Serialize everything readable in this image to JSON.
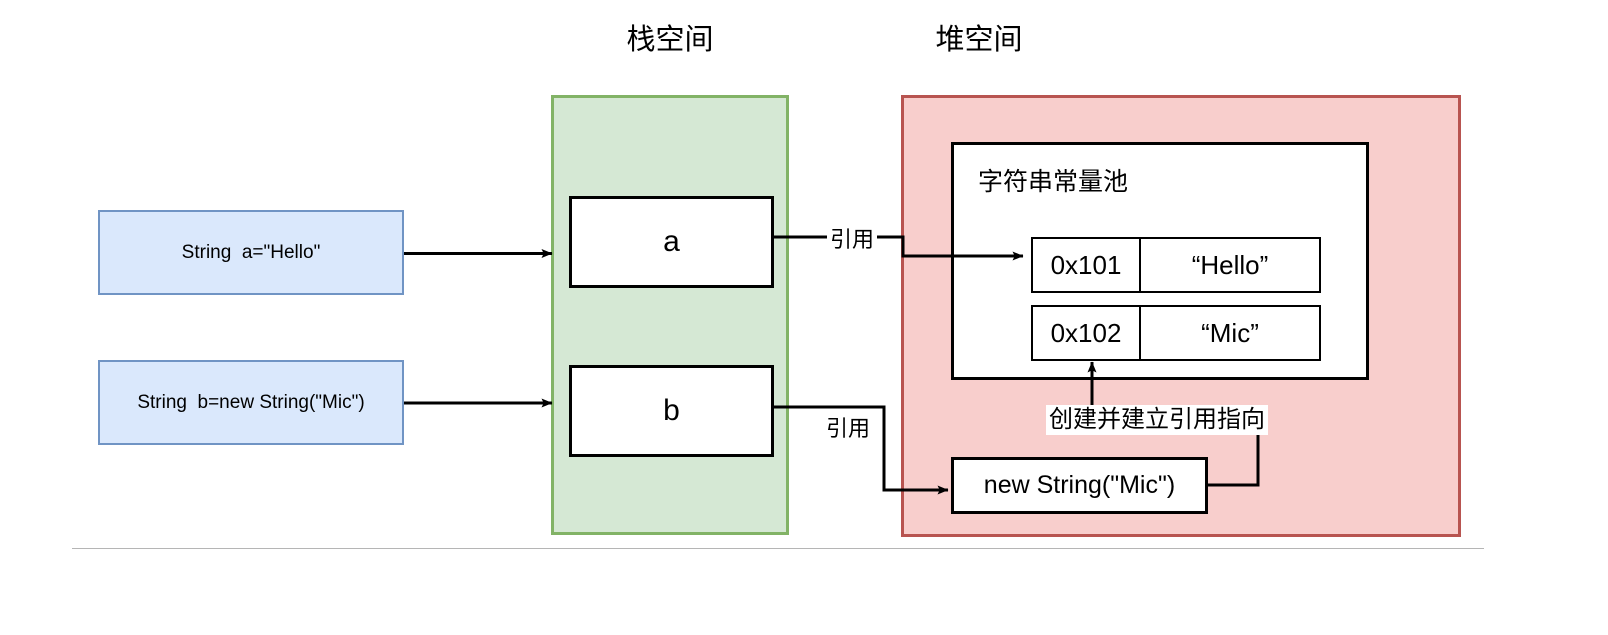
{
  "diagram": {
    "title_stack": "栈空间",
    "title_heap": "堆空间",
    "code_statements": [
      {
        "text": "String  a=\"Hello\""
      },
      {
        "text": "String  b=new String(\"Mic\")"
      }
    ],
    "stack_slots": [
      {
        "name": "a"
      },
      {
        "name": "b"
      }
    ],
    "heap": {
      "pool_title": "字符串常量池",
      "pool_rows": [
        {
          "address": "0x101",
          "value": "“Hello”"
        },
        {
          "address": "0x102",
          "value": "“Mic”"
        }
      ],
      "object_box": "new String(\"Mic\")"
    },
    "connector_labels": {
      "ref_a": "引用",
      "ref_b": "引用",
      "create_and_link": "创建并建立引用指向"
    },
    "colors": {
      "stack_fill": "#d5e8d4",
      "stack_border": "#82b366",
      "heap_fill": "#f8cecc",
      "heap_border": "#b85450",
      "code_fill": "#dae8fc",
      "code_border": "#7094c4",
      "box_fill": "#ffffff",
      "box_border": "#000000",
      "rule": "#b5b5b5"
    }
  }
}
